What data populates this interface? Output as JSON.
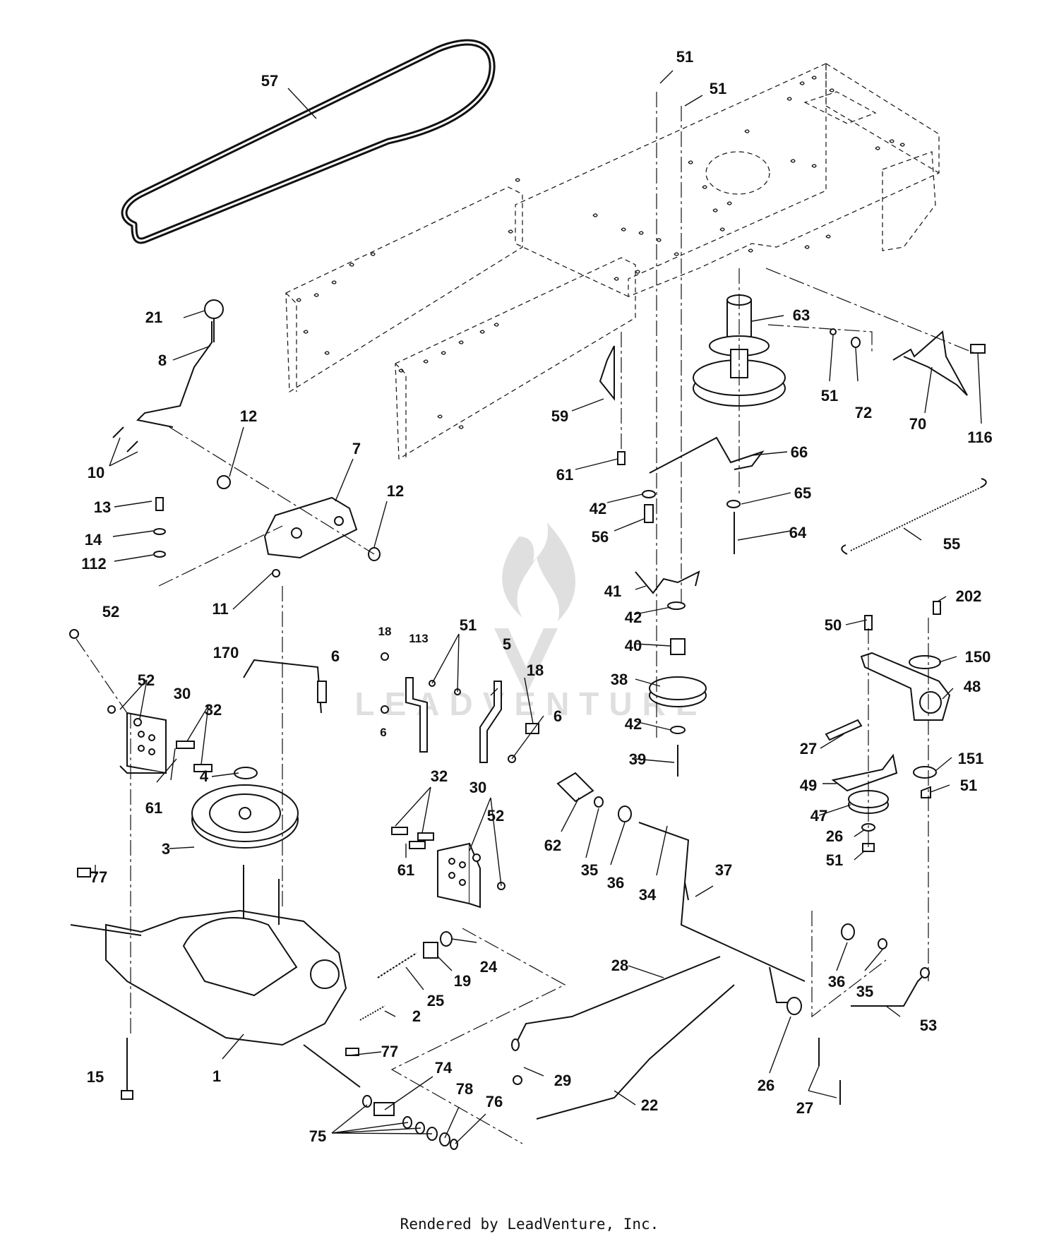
{
  "footer": {
    "credit": "Rendered by LeadVenture, Inc."
  },
  "watermark": {
    "text": "LEADVENTURE"
  },
  "callouts": [
    {
      "id": "57",
      "label": "57"
    },
    {
      "id": "51a",
      "label": "51"
    },
    {
      "id": "51b",
      "label": "51"
    },
    {
      "id": "21",
      "label": "21"
    },
    {
      "id": "8",
      "label": "8"
    },
    {
      "id": "10",
      "label": "10"
    },
    {
      "id": "12a",
      "label": "12"
    },
    {
      "id": "7",
      "label": "7"
    },
    {
      "id": "12b",
      "label": "12"
    },
    {
      "id": "13",
      "label": "13"
    },
    {
      "id": "14",
      "label": "14"
    },
    {
      "id": "112",
      "label": "112"
    },
    {
      "id": "11",
      "label": "11"
    },
    {
      "id": "52a",
      "label": "52"
    },
    {
      "id": "170",
      "label": "170"
    },
    {
      "id": "6a",
      "label": "6"
    },
    {
      "id": "52b",
      "label": "52"
    },
    {
      "id": "30a",
      "label": "30"
    },
    {
      "id": "32a",
      "label": "32"
    },
    {
      "id": "61a",
      "label": "61"
    },
    {
      "id": "4",
      "label": "4"
    },
    {
      "id": "3",
      "label": "3"
    },
    {
      "id": "77a",
      "label": "77"
    },
    {
      "id": "15",
      "label": "15"
    },
    {
      "id": "1",
      "label": "1"
    },
    {
      "id": "18a",
      "label": "18"
    },
    {
      "id": "113",
      "label": "113"
    },
    {
      "id": "51c",
      "label": "51"
    },
    {
      "id": "5",
      "label": "5"
    },
    {
      "id": "18b",
      "label": "18"
    },
    {
      "id": "6b",
      "label": "6"
    },
    {
      "id": "6c",
      "label": "6"
    },
    {
      "id": "32b",
      "label": "32"
    },
    {
      "id": "30b",
      "label": "30"
    },
    {
      "id": "52c",
      "label": "52"
    },
    {
      "id": "61b",
      "label": "61"
    },
    {
      "id": "25",
      "label": "25"
    },
    {
      "id": "19",
      "label": "19"
    },
    {
      "id": "24",
      "label": "24"
    },
    {
      "id": "2",
      "label": "2"
    },
    {
      "id": "77b",
      "label": "77"
    },
    {
      "id": "74",
      "label": "74"
    },
    {
      "id": "78",
      "label": "78"
    },
    {
      "id": "76",
      "label": "76"
    },
    {
      "id": "75",
      "label": "75"
    },
    {
      "id": "63",
      "label": "63"
    },
    {
      "id": "51d",
      "label": "51"
    },
    {
      "id": "72",
      "label": "72"
    },
    {
      "id": "70",
      "label": "70"
    },
    {
      "id": "116",
      "label": "116"
    },
    {
      "id": "59",
      "label": "59"
    },
    {
      "id": "66",
      "label": "66"
    },
    {
      "id": "61c",
      "label": "61"
    },
    {
      "id": "42a",
      "label": "42"
    },
    {
      "id": "65",
      "label": "65"
    },
    {
      "id": "56",
      "label": "56"
    },
    {
      "id": "64",
      "label": "64"
    },
    {
      "id": "55",
      "label": "55"
    },
    {
      "id": "41",
      "label": "41"
    },
    {
      "id": "42b",
      "label": "42"
    },
    {
      "id": "40",
      "label": "40"
    },
    {
      "id": "38",
      "label": "38"
    },
    {
      "id": "42c",
      "label": "42"
    },
    {
      "id": "39",
      "label": "39"
    },
    {
      "id": "202",
      "label": "202"
    },
    {
      "id": "50",
      "label": "50"
    },
    {
      "id": "150",
      "label": "150"
    },
    {
      "id": "48",
      "label": "48"
    },
    {
      "id": "27a",
      "label": "27"
    },
    {
      "id": "151",
      "label": "151"
    },
    {
      "id": "49",
      "label": "49"
    },
    {
      "id": "51e",
      "label": "51"
    },
    {
      "id": "47",
      "label": "47"
    },
    {
      "id": "26a",
      "label": "26"
    },
    {
      "id": "51f",
      "label": "51"
    },
    {
      "id": "62",
      "label": "62"
    },
    {
      "id": "35a",
      "label": "35"
    },
    {
      "id": "36a",
      "label": "36"
    },
    {
      "id": "34",
      "label": "34"
    },
    {
      "id": "37",
      "label": "37"
    },
    {
      "id": "28",
      "label": "28"
    },
    {
      "id": "36b",
      "label": "36"
    },
    {
      "id": "35b",
      "label": "35"
    },
    {
      "id": "53",
      "label": "53"
    },
    {
      "id": "29",
      "label": "29"
    },
    {
      "id": "26b",
      "label": "26"
    },
    {
      "id": "22",
      "label": "22"
    },
    {
      "id": "27b",
      "label": "27"
    }
  ]
}
